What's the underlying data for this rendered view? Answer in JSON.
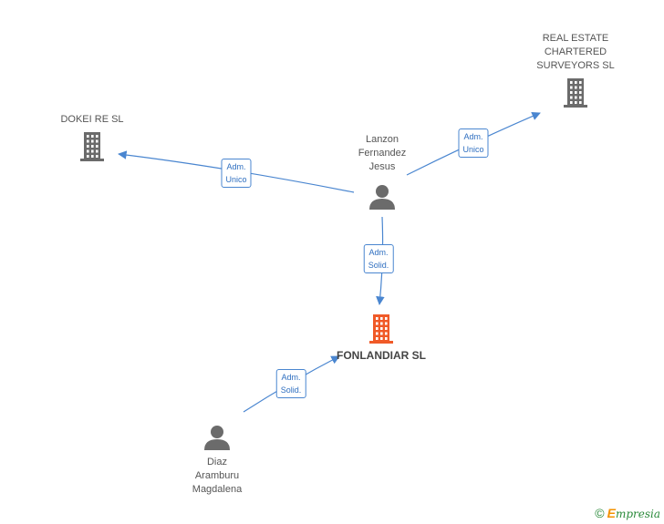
{
  "nodes": [
    {
      "id": "real-estate",
      "type": "company",
      "lines": [
        "REAL ESTATE",
        "CHARTERED",
        "SURVEYORS SL"
      ],
      "main": false
    },
    {
      "id": "dokei",
      "type": "company",
      "lines": [
        "DOKEI RE SL"
      ],
      "main": false
    },
    {
      "id": "lanzon",
      "type": "person",
      "lines": [
        "Lanzon",
        "Fernandez",
        "Jesus"
      ],
      "main": false
    },
    {
      "id": "fonlandiar",
      "type": "company",
      "lines": [
        "FONLANDIAR SL"
      ],
      "main": true
    },
    {
      "id": "diaz",
      "type": "person",
      "lines": [
        "Diaz",
        "Aramburu",
        "Magdalena"
      ],
      "main": false
    }
  ],
  "edges": [
    {
      "from": "lanzon",
      "to": "dokei",
      "label": [
        "Adm.",
        "Unico"
      ]
    },
    {
      "from": "lanzon",
      "to": "real-estate",
      "label": [
        "Adm.",
        "Unico"
      ]
    },
    {
      "from": "lanzon",
      "to": "fonlandiar",
      "label": [
        "Adm.",
        "Solid."
      ]
    },
    {
      "from": "diaz",
      "to": "fonlandiar",
      "label": [
        "Adm.",
        "Solid."
      ]
    }
  ],
  "colors": {
    "edge": "#4a86d0",
    "icon": "#6b6b6b",
    "main_icon": "#f05a28"
  },
  "footer": {
    "copyright": "©",
    "brand_first": "E",
    "brand_rest": "mpresia"
  }
}
